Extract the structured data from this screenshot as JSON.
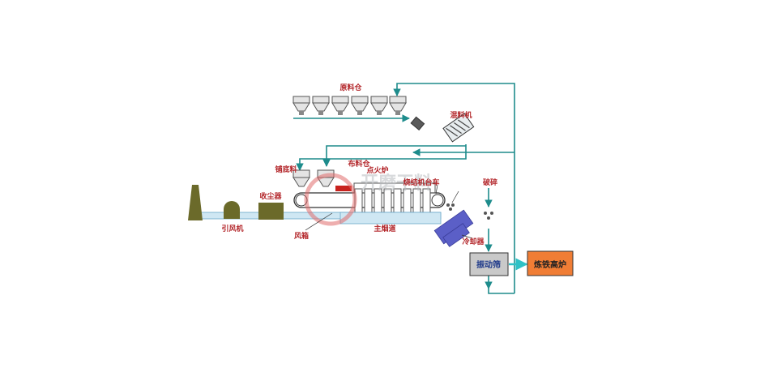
{
  "labels": {
    "raw_bin": "原料仓",
    "mixer": "混料机",
    "base_material": "铺底料",
    "feed_bin": "布料仓",
    "ignition": "点火炉",
    "sinter_trolley": "烧结机台车",
    "crush": "破碎",
    "dust_collector": "收尘器",
    "fan": "引风机",
    "wind_box": "风箱",
    "main_flue": "主烟道",
    "cooler": "冷却器",
    "screen": "振动筛",
    "blast_furnace": "炼铁高炉"
  },
  "watermark": "开磨干料",
  "colors": {
    "line": "#1e8c8c",
    "label_red": "#b3262a",
    "label_blue": "#1f3a8a",
    "stack_olive": "#6b6a2a",
    "duct_blue": "#cfe7f3",
    "cooler_purple": "#5b5fc7",
    "furnace_orange": "#f07d35",
    "screen_grey": "#c9c9c9",
    "ignition_red": "#c8221e"
  }
}
